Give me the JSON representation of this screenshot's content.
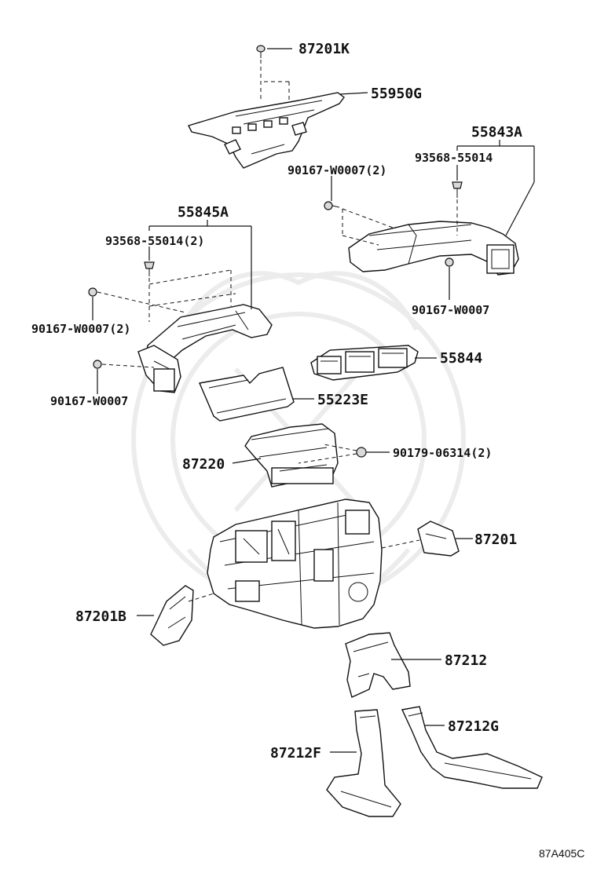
{
  "diagram_code": "87A405C",
  "callouts": {
    "p87201K": "87201K",
    "p55950G": "55950G",
    "p55843A": "55843A",
    "p93568_55014": "93568-55014",
    "p90167_W0007_2_top": "90167-W0007(2)",
    "p55845A": "55845A",
    "p93568_55014_2": "93568-55014(2)",
    "p90167_W0007_2_left": "90167-W0007(2)",
    "p90167_W0007_right": "90167-W0007",
    "p55844": "55844",
    "p55223E": "55223E",
    "p90167_W0007_left": "90167-W0007",
    "p87220": "87220",
    "p90179_06314_2": "90179-06314(2)",
    "p87201": "87201",
    "p87201B": "87201B",
    "p87212": "87212",
    "p87212G": "87212G",
    "p87212F": "87212F"
  }
}
